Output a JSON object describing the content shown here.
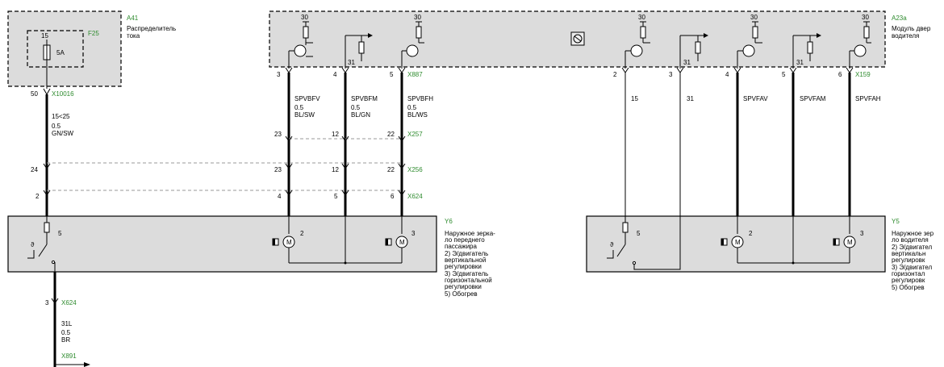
{
  "a41": {
    "id": "A41",
    "name": [
      "Распределитель",
      "тока"
    ],
    "fuse_id": "F25",
    "fuse_pin": "15",
    "fuse_rating": "5A",
    "pin_out": "50",
    "connector": "X10016"
  },
  "a23a": {
    "id": "A23a",
    "name": [
      "Модуль двер",
      "водителя"
    ],
    "supply": "30",
    "ground": "31",
    "conn_left": "X887",
    "conn_right": "X159",
    "pins_left": [
      "3",
      "4",
      "5"
    ],
    "pins_right": [
      "2",
      "3",
      "4",
      "5",
      "6"
    ]
  },
  "wire_main": {
    "signal": "15<25",
    "gauge": "0.5",
    "color": "GN/SW"
  },
  "wires_left": [
    {
      "name": "SPVBFV",
      "gauge": "0.5",
      "color": "BL/SW"
    },
    {
      "name": "SPVBFM",
      "gauge": "0.5",
      "color": "BL/GN"
    },
    {
      "name": "SPVBFH",
      "gauge": "0.5",
      "color": "BL/WS"
    }
  ],
  "wires_right": [
    "15",
    "31",
    "SPVFAV",
    "SPVFAM",
    "SPVFAH"
  ],
  "x257": {
    "id": "X257",
    "pins": [
      "23",
      "12",
      "22"
    ]
  },
  "x256": {
    "id": "X256",
    "pins": [
      "24",
      "23",
      "12",
      "22"
    ]
  },
  "x624": {
    "id": "X624",
    "pins": [
      "2",
      "4",
      "5",
      "6"
    ]
  },
  "y6": {
    "id": "Y6",
    "heater_pin": "5",
    "motor_pins": [
      "2",
      "3"
    ],
    "motor_symbol": "M",
    "desc": [
      "Наружное зерка-",
      "ло переднего",
      "пассажира",
      "2) Э/двигатель",
      "   вертикальной",
      "   регулировки",
      "3) Э/двигатель",
      "   горизонтальной",
      "   регулировки",
      "5) Обогрев"
    ]
  },
  "y5": {
    "id": "Y5",
    "heater_pin": "5",
    "motor_pins": [
      "2",
      "3"
    ],
    "motor_symbol": "M",
    "desc": [
      "Наружное зер",
      "ло водителя",
      "2) Э/двигател",
      "   вертикальн",
      "   регулировк",
      "3) Э/двигател",
      "   горизонтал",
      "   регулировк",
      "5) Обогрев"
    ]
  },
  "ground_wire": {
    "pin": "3",
    "connector": "X624",
    "signal": "31L",
    "gauge": "0.5",
    "color": "BR",
    "end_connector": "X891"
  }
}
